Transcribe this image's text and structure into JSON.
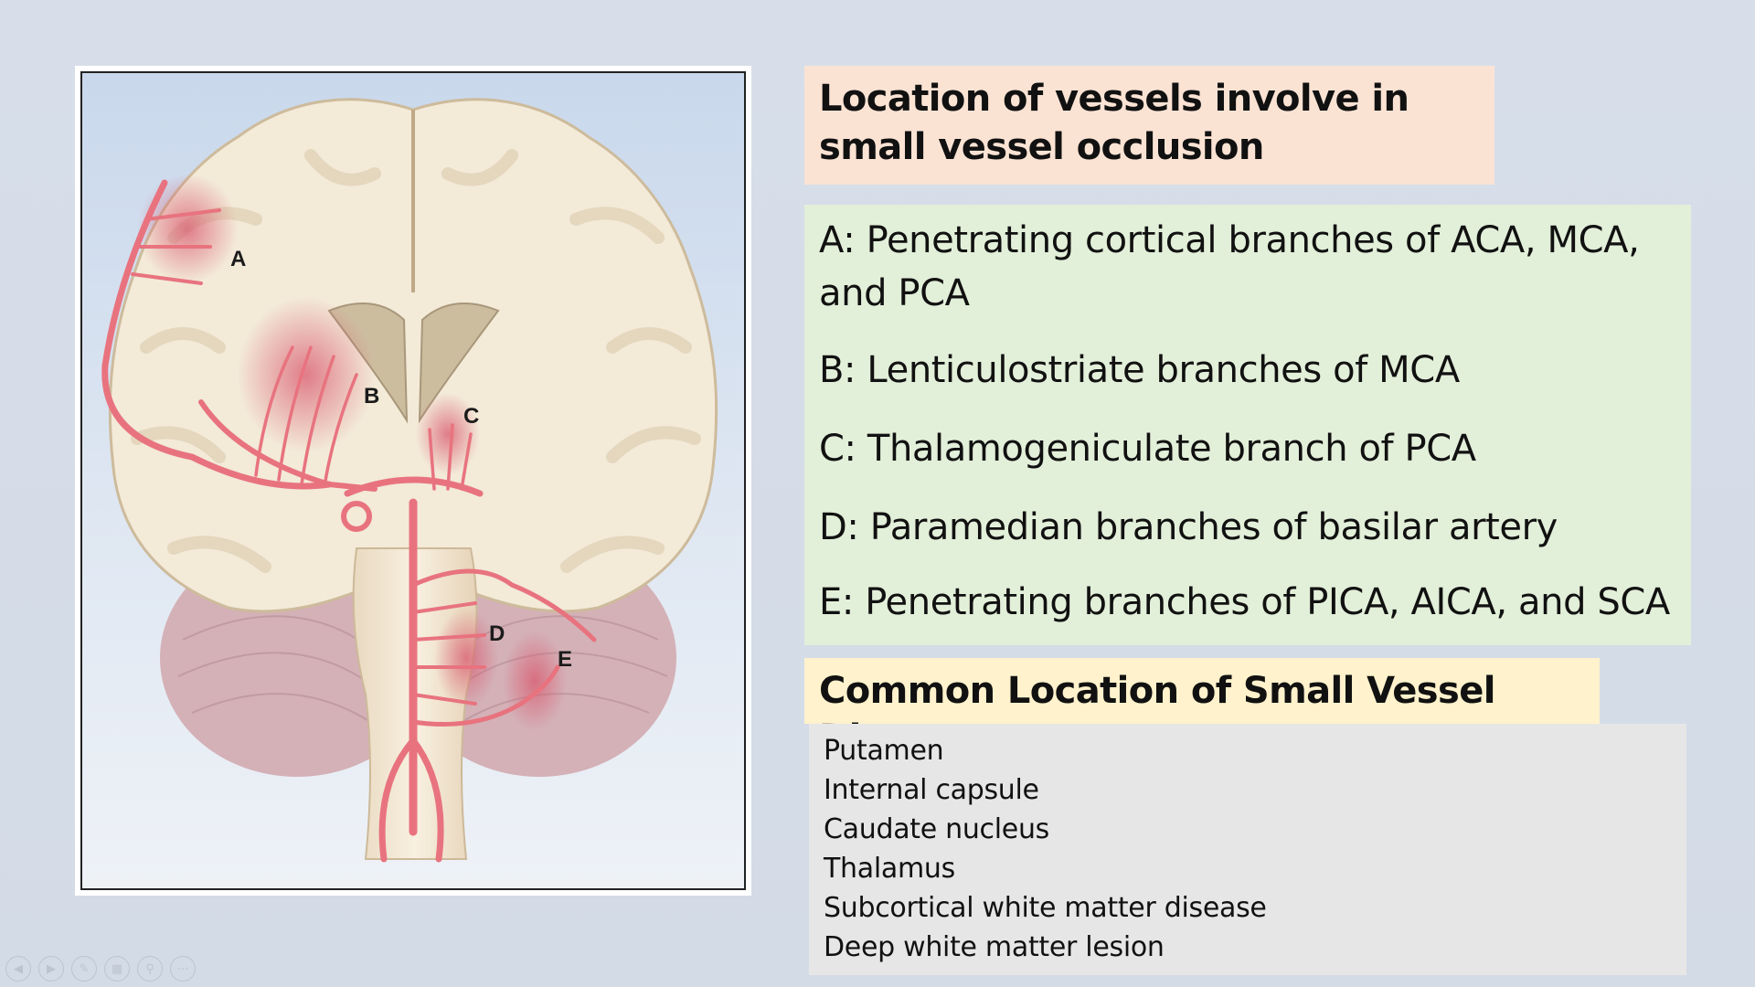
{
  "figure": {
    "labels": {
      "a": "A",
      "b": "B",
      "c": "C",
      "d": "D",
      "e": "E"
    },
    "colors": {
      "tissue": "#f3ead8",
      "gray_matter": "#e4d6bc",
      "artery": "#e8737f",
      "infarct": "#d9586e",
      "cerebellum": "#d9b8bd"
    }
  },
  "title": {
    "text": "Location of vessels involve in small vessel occlusion"
  },
  "vessels": {
    "items": [
      "A: Penetrating cortical branches of ACA, MCA, and PCA",
      "B: Lenticulostriate branches of MCA",
      "C: Thalamogeniculate branch of PCA",
      "D: Paramedian branches of basilar artery",
      "E: Penetrating branches of PICA, AICA, and SCA"
    ]
  },
  "common": {
    "title": "Common Location of Small Vessel Disease",
    "items": [
      "Putamen",
      "Internal capsule",
      "Caudate nucleus",
      "Thalamus",
      "Subcortical white matter disease",
      "Deep white matter lesion"
    ]
  },
  "nav": {
    "icons": [
      "previous-icon",
      "next-icon",
      "pen-icon",
      "slides-icon",
      "zoom-icon",
      "more-icon"
    ]
  }
}
